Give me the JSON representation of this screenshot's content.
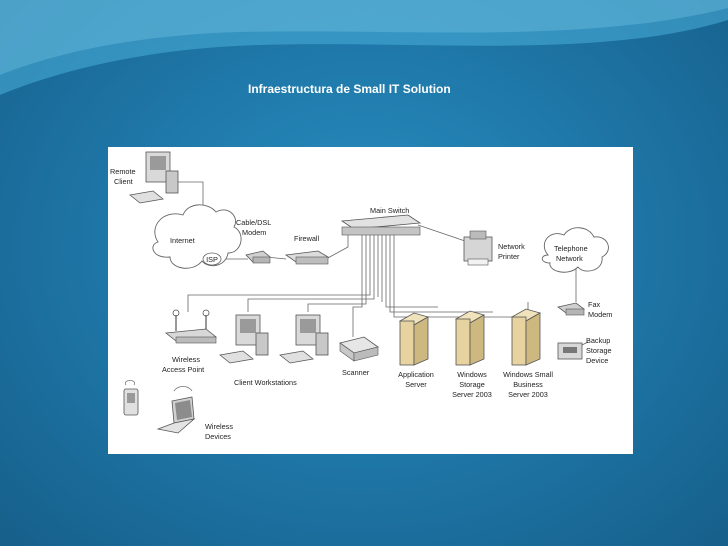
{
  "slide": {
    "title": "Infraestructura de Small IT Solution"
  },
  "diagram": {
    "labels": {
      "remote_client": [
        "Remote",
        "Client"
      ],
      "internet": "Internet",
      "isp": "ISP",
      "modem": [
        "Cable/DSL",
        "Modem"
      ],
      "firewall": "Firewall",
      "main_switch": "Main Switch",
      "network_printer": [
        "Network",
        "Printer"
      ],
      "telephone_network": [
        "Telephone",
        "Network"
      ],
      "fax_modem": [
        "Fax",
        "Modem"
      ],
      "backup": [
        "Backup",
        "Storage",
        "Device"
      ],
      "wireless_ap": [
        "Wireless",
        "Access Point"
      ],
      "client_workstations": "Client Workstations",
      "scanner": "Scanner",
      "app_server": [
        "Application",
        "Server"
      ],
      "storage_server": [
        "Windows",
        "Storage",
        "Server 2003"
      ],
      "sbs_server": [
        "Windows Small",
        "Business",
        "Server 2003"
      ],
      "wireless_devices": [
        "Wireless",
        "Devices"
      ]
    }
  },
  "colors": {
    "background_center": "#2a8fc0",
    "background_edge": "#165f8a",
    "title": "#ffffff",
    "device_gray": "#cfcfcf",
    "server_tan": "#e6d3a0"
  }
}
